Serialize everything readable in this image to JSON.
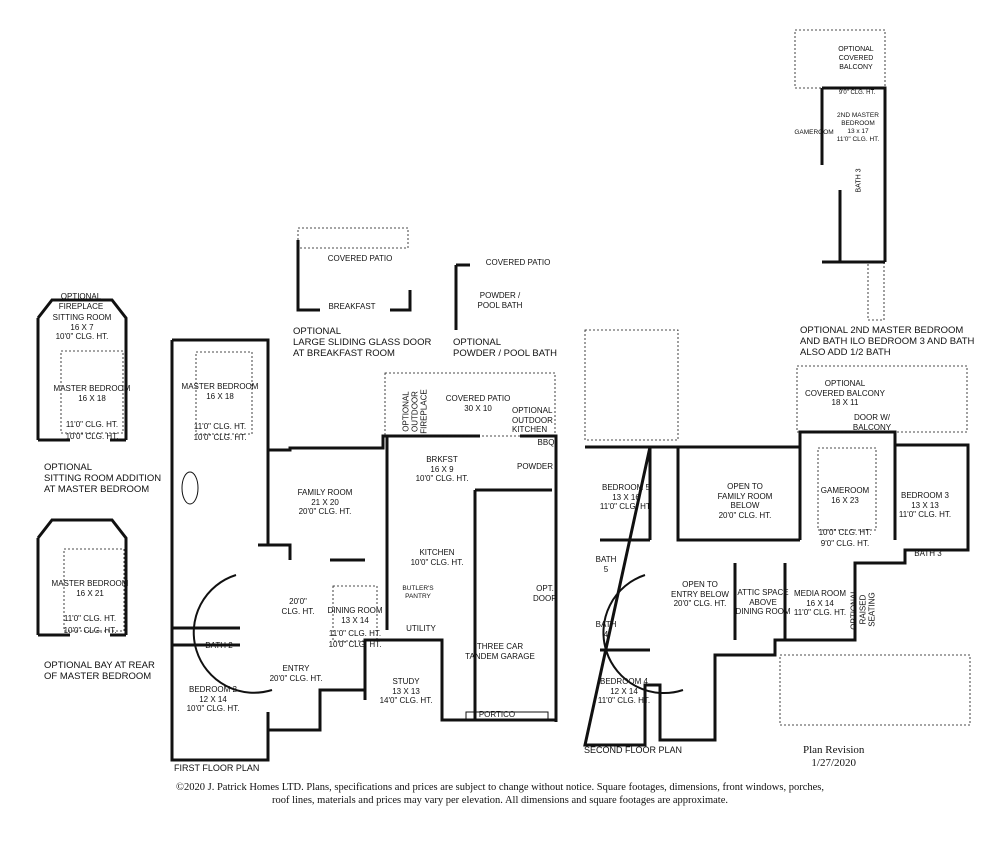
{
  "first_floor": {
    "title": "FIRST FLOOR PLAN",
    "master_bedroom": "MASTER BEDROOM\n16 X 18",
    "master_clg": "11'0\" CLG. HT.\n10'0\" CLG. HT.",
    "family_room": "FAMILY ROOM\n21 X 20\n20'0\" CLG. HT.",
    "covered_patio": "COVERED PATIO\n30 X 10",
    "outdoor_kitchen": "OPTIONAL\nOUTDOOR\nKITCHEN",
    "bbq": "BBQ",
    "outdoor_fireplace": "OPTIONAL\nOUTDOOR\nFIREPLACE",
    "brkfst": "BRKFST\n16 X 9\n10'0\" CLG. HT.",
    "powder": "POWDER",
    "kitchen": "KITCHEN\n10'0\" CLG. HT.",
    "butlers_pantry": "BUTLER'S\nPANTRY",
    "foyer_clg": "20'0\"\nCLG. HT.",
    "dining_room": "DINING ROOM\n13 X 14",
    "dining_clg": "11'0\" CLG. HT.\n10'0\" CLG. HT.",
    "utility": "UTILITY",
    "garage": "THREE CAR\nTANDEM GARAGE",
    "opt_door": "OPT.\nDOOR",
    "bath2": "BATH 2",
    "entry": "ENTRY\n20'0\" CLG. HT.",
    "study": "STUDY\n13 X 13\n14'0\" CLG. HT.",
    "bedroom2": "BEDROOM 2\n12 X 14\n10'0\" CLG. HT.",
    "portico": "PORTICO"
  },
  "option_sliding_door": {
    "covered_patio": "COVERED PATIO",
    "breakfast": "BREAKFAST",
    "caption": "OPTIONAL\nLARGE SLIDING GLASS DOOR\nAT BREAKFAST ROOM"
  },
  "option_pool_bath": {
    "covered_patio": "COVERED PATIO",
    "powder": "POWDER /\nPOOL BATH",
    "caption": "OPTIONAL\nPOWDER / POOL BATH"
  },
  "option_sitting_room": {
    "fireplace": "OPTIONAL\nFIREPLACE",
    "sitting_room": "SITTING ROOM\n16 X 7\n10'0\" CLG. HT.",
    "master": "MASTER BEDROOM\n16 X 18",
    "clg": "11'0\" CLG. HT.\n10'0\" CLG. HT.",
    "caption": "OPTIONAL\nSITTING ROOM ADDITION\nAT MASTER BEDROOM"
  },
  "option_bay": {
    "master": "MASTER BEDROOM\n16 X 21",
    "clg": "11'0\" CLG. HT.\n10'0\" CLG. HT.",
    "caption": "OPTIONAL BAY AT REAR\nOF MASTER BEDROOM"
  },
  "second_floor": {
    "title": "SECOND FLOOR PLAN",
    "bedroom5": "BEDROOM 5\n13 X 16\n11'0\" CLG. HT.",
    "open_family": "OPEN TO\nFAMILY ROOM\nBELOW\n20'0\" CLG. HT.",
    "balcony": "OPTIONAL\nCOVERED BALCONY\n18 X 11",
    "door_balcony": "DOOR W/\nBALCONY",
    "gameroom": "GAMEROOM\n16 X 23",
    "gameroom_clg": "10'0\" CLG. HT.\n9'0\" CLG. HT.",
    "bedroom3": "BEDROOM 3\n13 X 13\n11'0\" CLG. HT.",
    "bath3": "BATH 3",
    "bath5": "BATH\n5",
    "bath4": "BATH\n4",
    "open_entry": "OPEN TO\nENTRY BELOW\n20'0\" CLG. HT.",
    "attic": "ATTIC SPACE\nABOVE\nDINING ROOM",
    "media": "MEDIA ROOM\n16 X 14\n11'0\" CLG. HT.",
    "raised_seating": "OPTIONAL\nRAISED SEATING",
    "bedroom4": "BEDROOM 4\n12 X 14\n11'0\" CLG. HT."
  },
  "option_2nd_master": {
    "balcony": "OPTIONAL\nCOVERED\nBALCONY",
    "clg": "9'0\" CLG. HT.",
    "gameroom": "GAMEROOM",
    "master": "2ND MASTER\nBEDROOM\n13 x 17\n11'0\" CLG. HT.",
    "bath": "BATH 3",
    "caption": "OPTIONAL 2ND MASTER BEDROOM\nAND BATH ILO BEDROOM 3 AND BATH\nALSO ADD 1/2 BATH"
  },
  "revision": "Plan Revision\n1/27/2020",
  "footer": "©2020 J. Patrick Homes LTD.  Plans, specifications and prices are subject to change without notice.  Square footages, dimensions, front windows, porches,\nroof lines, materials and prices may vary per elevation.   All dimensions and square footages are approximate."
}
